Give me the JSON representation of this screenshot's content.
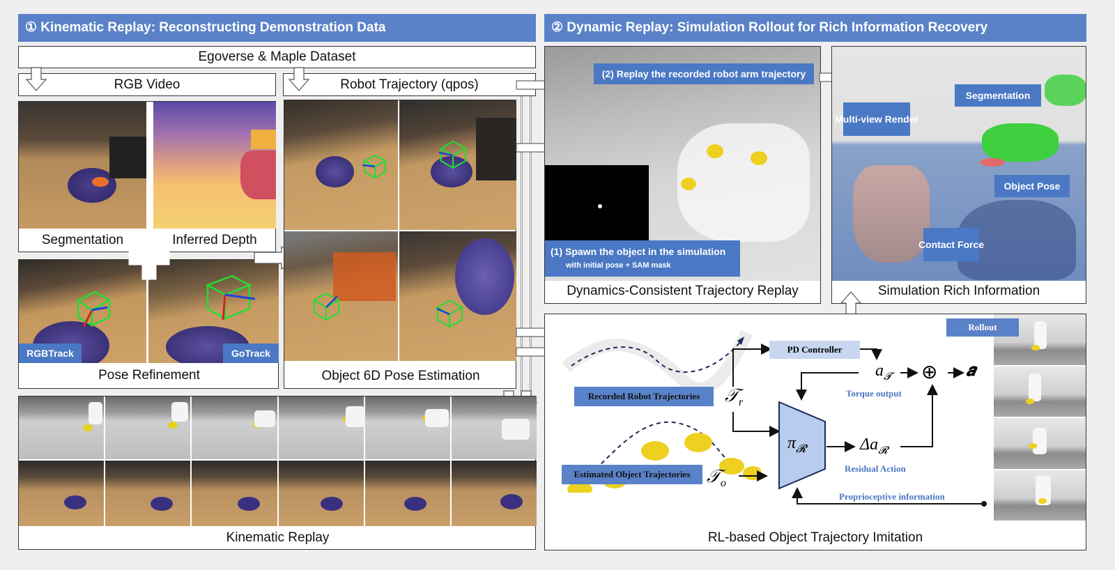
{
  "sections": {
    "kinematic_title": "① Kinematic Replay: Reconstructing Demonstration Data",
    "dynamic_title": "② Dynamic Replay: Simulation Rollout for Rich Information Recovery"
  },
  "kinematic": {
    "dataset": "Egoverse & Maple Dataset",
    "rgb_video": "RGB Video",
    "robot_traj": "Robot Trajectory (qpos)",
    "segmentation": "Segmentation",
    "inferred_depth": "Inferred Depth",
    "rgbtrack": "RGBTrack",
    "gotrack": "GoTrack",
    "pose_refinement": "Pose Refinement",
    "pose_estimation": "Object 6D Pose Estimation",
    "kinematic_replay": "Kinematic Replay"
  },
  "dynamic": {
    "replay_arm": "(2) Replay the recorded robot arm trajectory",
    "spawn_object": "(1) Spawn the object in the simulation",
    "spawn_sub": "with initial pose + SAM mask",
    "consistent_replay": "Dynamics-Consistent Trajectory Replay",
    "rich_info": "Simulation Rich Information",
    "multiview": "Multi-view Render",
    "segmentation": "Segmentation",
    "object_pose": "Object Pose",
    "contact_force": "Contact Force"
  },
  "rl": {
    "title": "RL-based Object Trajectory Imitation",
    "rollout": "Rollout",
    "pd_controller": "PD Controller",
    "recorded_robot": "Recorded Robot Trajectories",
    "estimated_object": "Estimated Object Trajectories",
    "tau_r": "𝒯",
    "tau_r_sub": "r",
    "tau_o": "𝒯",
    "tau_o_sub": "o",
    "a_T": "a",
    "a_T_sub": "𝓣",
    "torque_output": "Torque output",
    "oplus": "⊕",
    "a_final": "𝒂",
    "pi": "π",
    "pi_sub": "𝓡",
    "delta_a": "Δa",
    "delta_a_sub": "𝓡",
    "residual_action": "Residual Action",
    "proprio": "Proprioceptive information"
  },
  "colors": {
    "banner": "#5b82c8",
    "tag": "#4a78c4",
    "policy": "#b8ccee"
  }
}
